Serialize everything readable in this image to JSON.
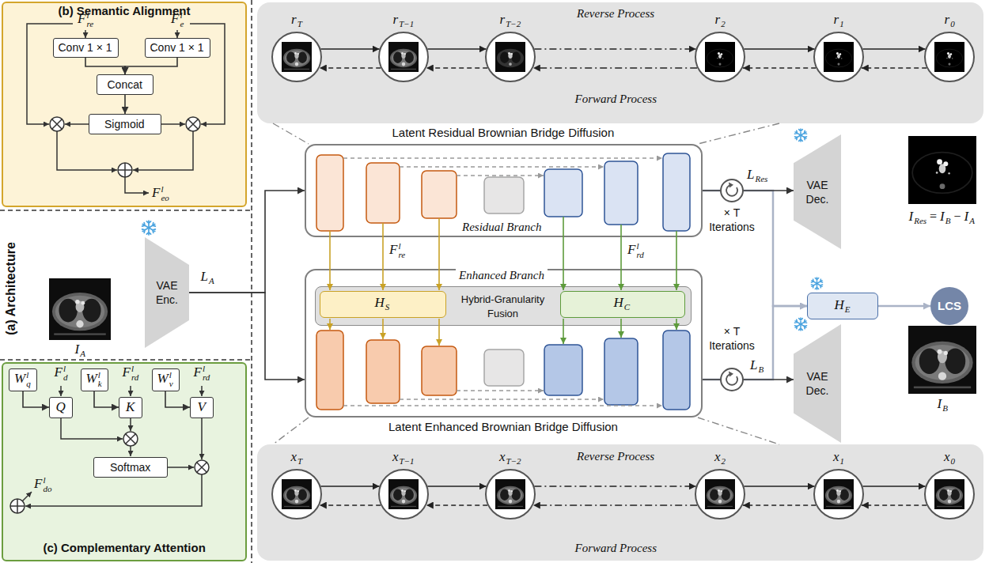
{
  "diagram": {
    "nodes": [
      {
        "text": [
          "(b) Semantic Alignment"
        ]
      },
      {
        "text": [
          "Conv 1 × 1"
        ],
        "in": 0
      },
      {
        "text": [
          "Conv 1 × 1"
        ],
        "in": 0
      },
      {
        "text": [
          "Concat"
        ],
        "in": 0
      },
      {
        "text": [
          "Sigmoid"
        ],
        "in": 0
      },
      {
        "text": [
          "(c) Complementary Attention"
        ]
      },
      {
        "text": [
          "W",
          "q",
          "l"
        ],
        "in": 5
      },
      {
        "text": [
          "W",
          "k",
          "l"
        ],
        "in": 5
      },
      {
        "text": [
          "W",
          "v",
          "l"
        ],
        "in": 5
      },
      {
        "text": [
          "Q"
        ],
        "in": 5
      },
      {
        "text": [
          "K"
        ],
        "in": 5
      },
      {
        "text": [
          "V"
        ],
        "in": 5
      },
      {
        "text": [
          "Softmax"
        ],
        "in": 5
      },
      {
        "text": [
          "VAE Enc."
        ]
      },
      {
        "text": [
          "Reverse Process",
          "Forward Process"
        ]
      },
      {
        "text": [
          "r",
          "T"
        ],
        "in": 14
      },
      {
        "text": [
          "r",
          "T−1"
        ],
        "in": 14
      },
      {
        "text": [
          "r",
          "T−2"
        ],
        "in": 14
      },
      {
        "text": [
          "r",
          "2"
        ],
        "in": 14
      },
      {
        "text": [
          "r",
          "1"
        ],
        "in": 14
      },
      {
        "text": [
          "r",
          "0"
        ],
        "in": 14
      },
      {
        "text": [
          "Latent Residual Brownian Bridge Diffusion",
          "Residual Branch"
        ]
      },
      {
        "text": [
          "Enhanced Branch",
          "Latent Enhanced Brownian Bridge Diffusion"
        ]
      },
      {
        "text": [
          "Hybrid-Granularity Fusion"
        ],
        "in": 22
      },
      {
        "text": [
          "H",
          "S"
        ],
        "in": 23
      },
      {
        "text": [
          "H",
          "C"
        ],
        "in": 23
      },
      {
        "text": [
          "VAE Dec."
        ]
      },
      {
        "text": [
          "H",
          "E"
        ]
      },
      {
        "text": [
          "LCS"
        ]
      },
      {
        "text": [
          "VAE Dec."
        ]
      },
      {
        "text": [
          "Reverse Process",
          "Forward Process"
        ]
      },
      {
        "text": [
          "x",
          "T"
        ],
        "in": 30
      },
      {
        "text": [
          "x",
          "T−1"
        ],
        "in": 30
      },
      {
        "text": [
          "x",
          "T−2"
        ],
        "in": 30
      },
      {
        "text": [
          "x",
          "2"
        ],
        "in": 30
      },
      {
        "text": [
          "x",
          "1"
        ],
        "in": 30
      },
      {
        "text": [
          "x",
          "0"
        ],
        "in": 30
      }
    ],
    "edges": [
      {
        "from": 1,
        "to": 3,
        "arrow": "to"
      },
      {
        "from": 2,
        "to": 3,
        "arrow": "to"
      },
      {
        "from": 3,
        "to": 4,
        "arrow": "to"
      },
      {
        "from": 6,
        "to": 9,
        "arrow": "to"
      },
      {
        "from": 7,
        "to": 10,
        "arrow": "to"
      },
      {
        "from": 8,
        "to": 11,
        "arrow": "to"
      },
      {
        "from": 13,
        "to": 21,
        "arrow": "to"
      },
      {
        "from": 13,
        "to": 22,
        "arrow": "to"
      },
      {
        "from": 15,
        "to": 16,
        "arrow": "to"
      },
      {
        "from": 16,
        "to": 15,
        "arrow": "to"
      },
      {
        "from": 16,
        "to": 17,
        "arrow": "to"
      },
      {
        "from": 17,
        "to": 16,
        "arrow": "to"
      },
      {
        "from": 17,
        "to": 18,
        "arrow": "to"
      },
      {
        "from": 18,
        "to": 17,
        "arrow": "to"
      },
      {
        "from": 18,
        "to": 19,
        "arrow": "to"
      },
      {
        "from": 19,
        "to": 18,
        "arrow": "to"
      },
      {
        "from": 19,
        "to": 20,
        "arrow": "to"
      },
      {
        "from": 20,
        "to": 19,
        "arrow": "to"
      },
      {
        "from": 21,
        "to": 27,
        "arrow": "to"
      },
      {
        "from": 22,
        "to": 27,
        "arrow": "to"
      },
      {
        "from": 21,
        "to": 26,
        "arrow": "to"
      },
      {
        "from": 22,
        "to": 29,
        "arrow": "to"
      },
      {
        "from": 27,
        "to": 28,
        "arrow": "to"
      },
      {
        "from": 31,
        "to": 32,
        "arrow": "to"
      },
      {
        "from": 32,
        "to": 31,
        "arrow": "to"
      },
      {
        "from": 32,
        "to": 33,
        "arrow": "to"
      },
      {
        "from": 33,
        "to": 32,
        "arrow": "to"
      },
      {
        "from": 33,
        "to": 34,
        "arrow": "to"
      },
      {
        "from": 34,
        "to": 33,
        "arrow": "to"
      },
      {
        "from": 34,
        "to": 35,
        "arrow": "to"
      },
      {
        "from": 35,
        "to": 34,
        "arrow": "to"
      },
      {
        "from": 35,
        "to": 36,
        "arrow": "to"
      },
      {
        "from": 36,
        "to": 35,
        "arrow": "to"
      }
    ],
    "labels": [
      "(a) Architecture",
      "F",
      "re",
      "l",
      "F",
      "e",
      "l",
      "F",
      "eo",
      "l",
      "F",
      "d",
      "l",
      "F",
      "rd",
      "l",
      "F",
      "rd",
      "l",
      "F",
      "do",
      "l",
      "I",
      "A",
      "L",
      "A",
      "F",
      "re",
      "l",
      "F",
      "rd",
      "l",
      "× T Iterations",
      "× T Iterations",
      "L",
      "Res",
      "L",
      "B",
      "I",
      "Res",
      "=",
      "I",
      "B",
      "−",
      "I",
      "A",
      "I",
      "B"
    ]
  }
}
